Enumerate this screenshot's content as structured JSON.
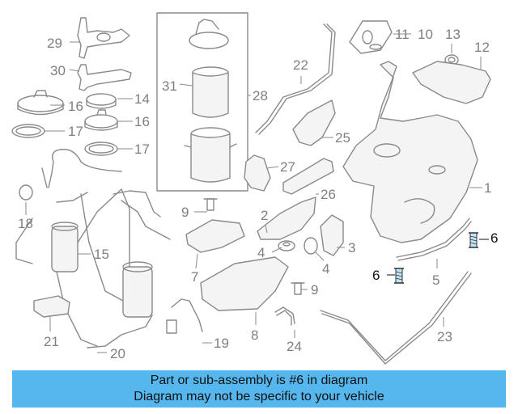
{
  "callouts": {
    "c29": "29",
    "c30": "30",
    "c16a": "16",
    "c14": "14",
    "c16b": "16",
    "c17a": "17",
    "c17b": "17",
    "c18": "18",
    "c15": "15",
    "c21": "21",
    "c20": "20",
    "c31": "31",
    "c28": "28",
    "c22": "22",
    "c25": "25",
    "c27": "27",
    "c9a": "9",
    "c9b": "9",
    "c2": "2",
    "c26": "26",
    "c4a": "4",
    "c4b": "4",
    "c3": "3",
    "c7": "7",
    "c19": "19",
    "c8": "8",
    "c24": "24",
    "c11": "11",
    "c10": "10",
    "c13": "13",
    "c12": "12",
    "c1": "1",
    "c6a": "6",
    "c6b": "6",
    "c5": "5",
    "c23": "23"
  },
  "highlight_color": "#111111",
  "part_color": "#8a8a8a",
  "banner": {
    "background": "#55b7ee",
    "line1": "Part or sub-assembly is #6 in diagram",
    "line2": "Diagram may not be specific to your vehicle"
  }
}
